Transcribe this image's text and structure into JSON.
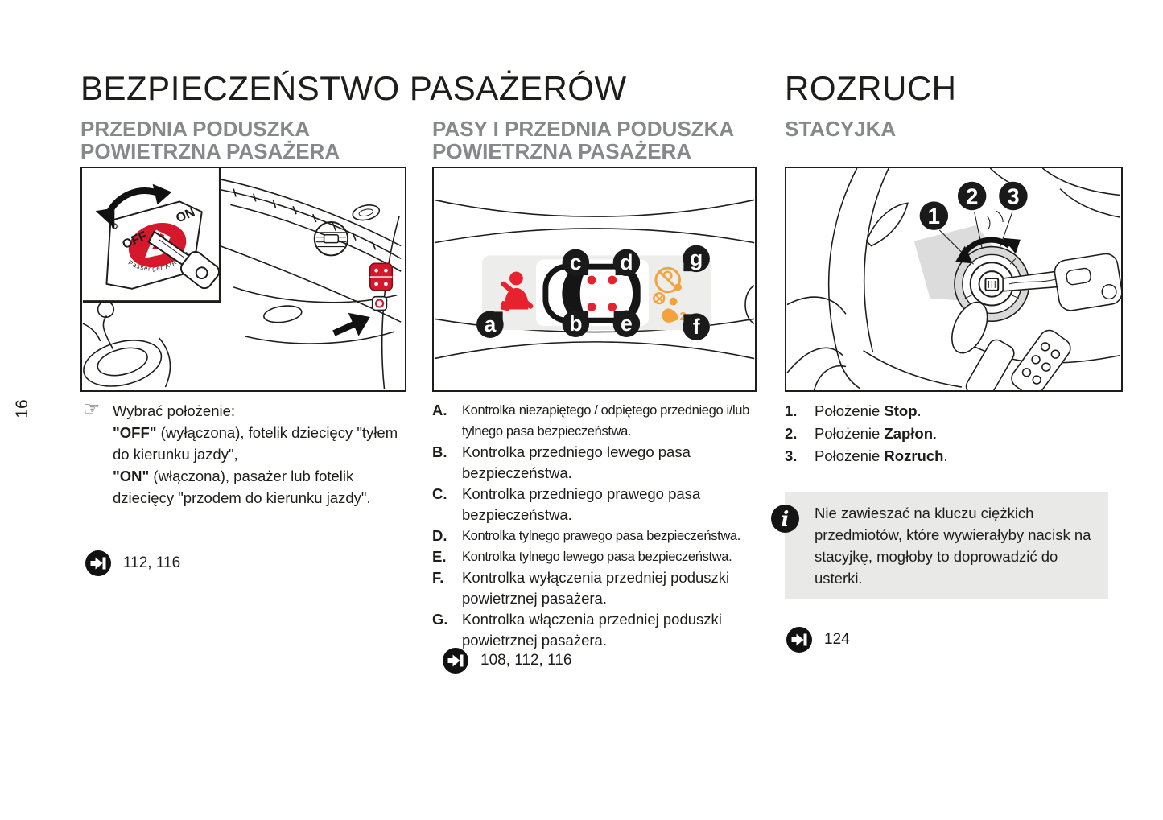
{
  "page": {
    "number": "16"
  },
  "colors": {
    "accent_red": "#d6182c",
    "accent_orange": "#f2a33c",
    "subtitle_gray": "#87888a",
    "note_background": "#e9e9e8",
    "badge_black": "#1a1a1a"
  },
  "headers": {
    "left_title": "BEZPIECZEŃSTWO PASAŻERÓW",
    "right_title": "ROZRUCH"
  },
  "col1": {
    "subtitle_line1": "PRZEDNIA PODUSZKA",
    "subtitle_line2": "POWIETRZNA PASAŻERA",
    "illustration": {
      "off_label": "OFF",
      "on_label": "ON",
      "caption": "Passenger AIRBAG"
    },
    "instruction": {
      "lead": "Wybrać położenie:",
      "off_bold": "\"OFF\"",
      "off_rest": " (wyłączona), fotelik dziecięcy \"tyłem do kierunku jazdy\",",
      "on_bold": "\"ON\"",
      "on_rest": " (włączona), pasażer lub fotelik dziecięcy \"przodem do kierunku jazdy\"."
    },
    "reference": "112, 116"
  },
  "col2": {
    "subtitle_line1": "PASY I PRZEDNIA PODUSZKA",
    "subtitle_line2": "POWIETRZNA PASAŻERA",
    "illustration": {
      "labels": [
        "a",
        "b",
        "c",
        "d",
        "e",
        "f",
        "g"
      ],
      "airbag2_label": "2"
    },
    "items": [
      {
        "key": "A.",
        "text": "Kontrolka niezapiętego / odpiętego przedniego i/lub tylnego pasa bezpieczeństwa."
      },
      {
        "key": "B.",
        "text": "Kontrolka przedniego lewego pasa bezpieczeństwa."
      },
      {
        "key": "C.",
        "text": "Kontrolka przedniego prawego pasa bezpieczeństwa."
      },
      {
        "key": "D.",
        "text": "Kontrolka tylnego prawego pasa bezpieczeństwa."
      },
      {
        "key": "E.",
        "text": "Kontrolka tylnego lewego pasa bezpieczeństwa."
      },
      {
        "key": "F.",
        "text": "Kontrolka wyłączenia przedniej poduszki powietrznej pasażera."
      },
      {
        "key": "G.",
        "text": "Kontrolka włączenia przedniej poduszki powietrznej pasażera."
      }
    ],
    "reference": "108, 112, 116"
  },
  "col3": {
    "subtitle": "STACYJKA",
    "illustration": {
      "labels": [
        "1",
        "2",
        "3"
      ]
    },
    "items": [
      {
        "key": "1.",
        "pre": "Położenie ",
        "bold": "Stop",
        "post": "."
      },
      {
        "key": "2.",
        "pre": "Położenie ",
        "bold": "Zapłon",
        "post": "."
      },
      {
        "key": "3.",
        "pre": "Położenie ",
        "bold": "Rozruch",
        "post": "."
      }
    ],
    "note": "Nie zawieszać na kluczu ciężkich przedmiotów, które wywierałyby nacisk na stacyjkę, mogłoby to doprowadzić do usterki.",
    "reference": "124"
  }
}
